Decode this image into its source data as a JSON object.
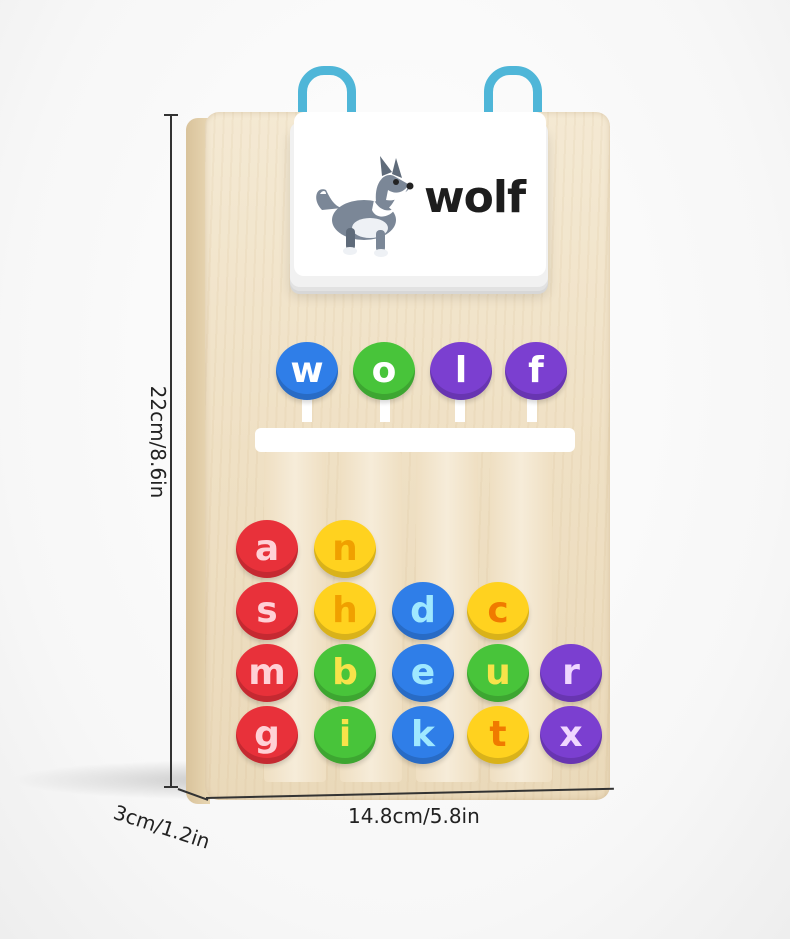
{
  "card": {
    "word": "wolf",
    "picture": "wolf-illustration"
  },
  "answer_beads": [
    {
      "letter": "w",
      "color": "#2f7ee8",
      "text_color": "#ffffff"
    },
    {
      "letter": "o",
      "color": "#48c43a",
      "text_color": "#ffffff"
    },
    {
      "letter": "l",
      "color": "#7b3fd0",
      "text_color": "#ffffff"
    },
    {
      "letter": "f",
      "color": "#7b3fd0",
      "text_color": "#ffffff"
    }
  ],
  "columns": [
    {
      "beads": [
        {
          "letter": "a",
          "color": "#e8313a",
          "text_color": "#ffd1d6"
        },
        {
          "letter": "s",
          "color": "#e8313a",
          "text_color": "#ffd1d6"
        },
        {
          "letter": "m",
          "color": "#e8313a",
          "text_color": "#ffd1d6"
        },
        {
          "letter": "g",
          "color": "#e8313a",
          "text_color": "#ffd1d6"
        }
      ]
    },
    {
      "beads": [
        {
          "letter": "n",
          "color": "#ffd21f",
          "text_color": "#f0a000"
        },
        {
          "letter": "h",
          "color": "#ffd21f",
          "text_color": "#f0a000"
        },
        {
          "letter": "b",
          "color": "#48c43a",
          "text_color": "#f7e34a"
        },
        {
          "letter": "i",
          "color": "#48c43a",
          "text_color": "#f7e34a"
        }
      ]
    },
    {
      "beads": [
        {
          "letter": "d",
          "color": "#2f7ee8",
          "text_color": "#9fe8ff"
        },
        {
          "letter": "e",
          "color": "#2f7ee8",
          "text_color": "#9fe8ff"
        },
        {
          "letter": "k",
          "color": "#2f7ee8",
          "text_color": "#9fe8ff"
        }
      ]
    },
    {
      "beads": [
        {
          "letter": "c",
          "color": "#ffd21f",
          "text_color": "#f07a00"
        },
        {
          "letter": "u",
          "color": "#48c43a",
          "text_color": "#f7e34a"
        },
        {
          "letter": "t",
          "color": "#ffd21f",
          "text_color": "#f07a00"
        }
      ]
    },
    {
      "beads": [
        {
          "letter": "r",
          "color": "#7b3fd0",
          "text_color": "#f0d7ff"
        },
        {
          "letter": "x",
          "color": "#7b3fd0",
          "text_color": "#f0d7ff"
        }
      ]
    }
  ],
  "dimensions": {
    "height": "22cm/8.6in",
    "width": "14.8cm/5.8in",
    "depth": "3cm/1.2in"
  },
  "colors": {
    "ring": "#4fb6d8",
    "wood": "#efe0c4"
  }
}
